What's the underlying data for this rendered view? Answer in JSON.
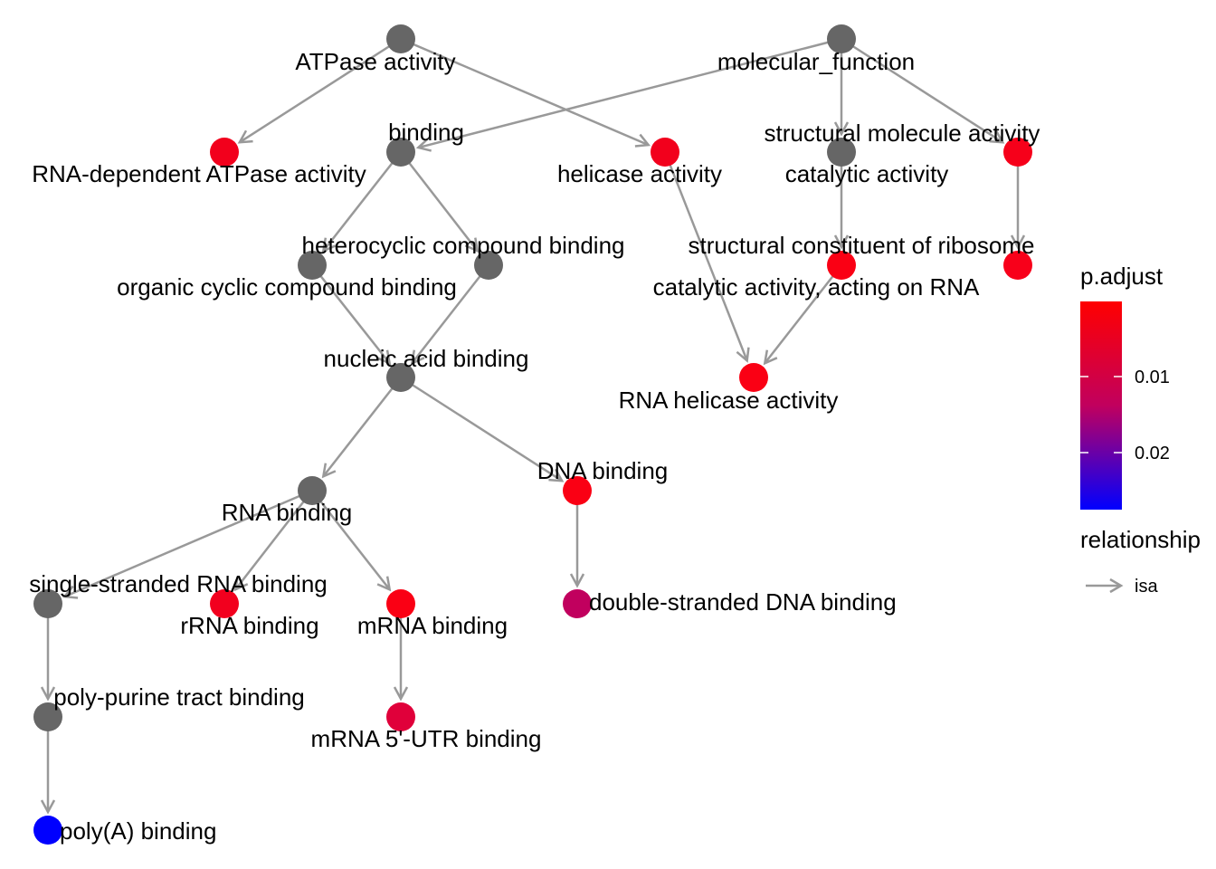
{
  "graph": {
    "colors": {
      "edge": "#999999",
      "unsignificant": "#666666",
      "low": "#FF0000",
      "high": "#0000FF",
      "mid": "#C1005E"
    },
    "nodes": [
      {
        "id": "atpase",
        "label": "ATPase activity",
        "fill": "#666666"
      },
      {
        "id": "molfunc",
        "label": "molecular_function",
        "fill": "#666666"
      },
      {
        "id": "rnadep",
        "label": "RNA-dependent ATPase activity",
        "fill": "#F2001C"
      },
      {
        "id": "binding",
        "label": "binding",
        "fill": "#666666"
      },
      {
        "id": "helicase",
        "label": "helicase activity",
        "fill": "#F2001C"
      },
      {
        "id": "structmol",
        "label": "structural molecule activity",
        "fill": "#F6001A"
      },
      {
        "id": "catalytic",
        "label": "catalytic activity",
        "fill": "#666666"
      },
      {
        "id": "hetero",
        "label": "heterocyclic compound binding",
        "fill": "#666666"
      },
      {
        "id": "organic",
        "label": "organic cyclic compound binding",
        "fill": "#666666"
      },
      {
        "id": "structrib",
        "label": "structural constituent of ribosome",
        "fill": "#F8001A"
      },
      {
        "id": "catrna",
        "label": "catalytic activity, acting on RNA",
        "fill": "#FA0014"
      },
      {
        "id": "nucleic",
        "label": "nucleic acid binding",
        "fill": "#666666"
      },
      {
        "id": "rnahel",
        "label": "RNA helicase activity",
        "fill": "#FA0014"
      },
      {
        "id": "rnabind",
        "label": "RNA binding",
        "fill": "#666666"
      },
      {
        "id": "dnabind",
        "label": "DNA binding",
        "fill": "#FA0014"
      },
      {
        "id": "ssrna",
        "label": "single-stranded RNA binding",
        "fill": "#666666"
      },
      {
        "id": "rrna",
        "label": "rRNA binding",
        "fill": "#F2001E"
      },
      {
        "id": "mrna",
        "label": "mRNA binding",
        "fill": "#FA0014"
      },
      {
        "id": "dsdna",
        "label": "double-stranded DNA binding",
        "fill": "#C1005E"
      },
      {
        "id": "polypur",
        "label": "poly-purine tract binding",
        "fill": "#666666"
      },
      {
        "id": "mrna5",
        "label": "mRNA 5'-UTR binding",
        "fill": "#E0003A"
      },
      {
        "id": "polya",
        "label": "poly(A) binding",
        "fill": "#0000FF"
      }
    ],
    "edges": [
      {
        "from": "atpase",
        "to": "rnadep"
      },
      {
        "from": "atpase",
        "to": "helicase"
      },
      {
        "from": "molfunc",
        "to": "binding"
      },
      {
        "from": "molfunc",
        "to": "catalytic"
      },
      {
        "from": "molfunc",
        "to": "structmol"
      },
      {
        "from": "binding",
        "to": "organic"
      },
      {
        "from": "binding",
        "to": "hetero"
      },
      {
        "from": "structmol",
        "to": "structrib"
      },
      {
        "from": "catalytic",
        "to": "catrna"
      },
      {
        "from": "helicase",
        "to": "rnahel"
      },
      {
        "from": "catrna",
        "to": "rnahel"
      },
      {
        "from": "organic",
        "to": "nucleic"
      },
      {
        "from": "hetero",
        "to": "nucleic"
      },
      {
        "from": "nucleic",
        "to": "rnabind"
      },
      {
        "from": "nucleic",
        "to": "dnabind"
      },
      {
        "from": "rnabind",
        "to": "ssrna"
      },
      {
        "from": "rnabind",
        "to": "rrna"
      },
      {
        "from": "rnabind",
        "to": "mrna"
      },
      {
        "from": "dnabind",
        "to": "dsdna"
      },
      {
        "from": "ssrna",
        "to": "polypur"
      },
      {
        "from": "mrna",
        "to": "mrna5"
      },
      {
        "from": "polypur",
        "to": "polya"
      }
    ]
  },
  "legend": {
    "color_title": "p.adjust",
    "color_ticks": [
      "0.01",
      "0.02"
    ],
    "relationship_title": "relationship",
    "relationship_item": "isa"
  }
}
